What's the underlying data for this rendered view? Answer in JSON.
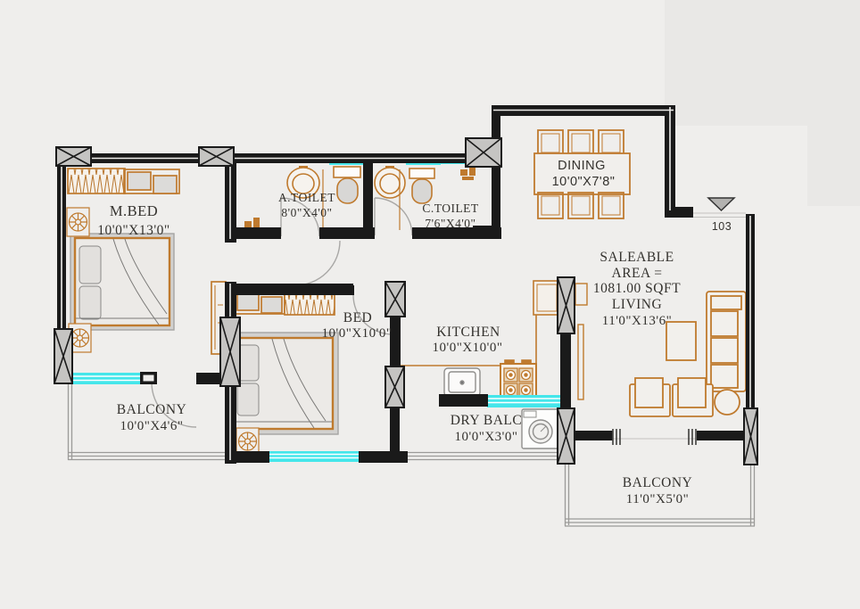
{
  "plan": {
    "title": "apartment-floor-plan",
    "unit_number": "103",
    "saleable_area": {
      "line1": "SALEABLE",
      "line2": "AREA =",
      "line3": "1081.00 SQFT"
    },
    "rooms": {
      "mbed": {
        "name": "M.BED",
        "dims": "10'0\"X13'0\""
      },
      "atoilet": {
        "name": "A.TOILET",
        "dims": "8'0\"X4'0\""
      },
      "ctoilet": {
        "name": "C.TOILET",
        "dims": "7'6\"X4'0\""
      },
      "dining": {
        "name": "DINING",
        "dims": "10'0\"X7'8\""
      },
      "living": {
        "name": "LIVING",
        "dims": "11'0\"X13'6\""
      },
      "bed2": {
        "name": "BED",
        "dims": "10'0\"X10'0\""
      },
      "kitchen": {
        "name": "KITCHEN",
        "dims": "10'0\"X10'0\""
      },
      "balcony1": {
        "name": "BALCONY",
        "dims": "10'0\"X4'6\""
      },
      "drybalc": {
        "name": "DRY BALC",
        "dims": "10'0\"X3'0\""
      },
      "balcony2": {
        "name": "BALCONY",
        "dims": "11'0\"X5'0\""
      }
    },
    "colors": {
      "wall": "#1a1a1a",
      "furniture_accent": "#bf7a2e",
      "window_glass": "#45e6ea",
      "column_fill": "#c5c4c2",
      "text": "#34322e",
      "background": "#efeeec"
    }
  }
}
